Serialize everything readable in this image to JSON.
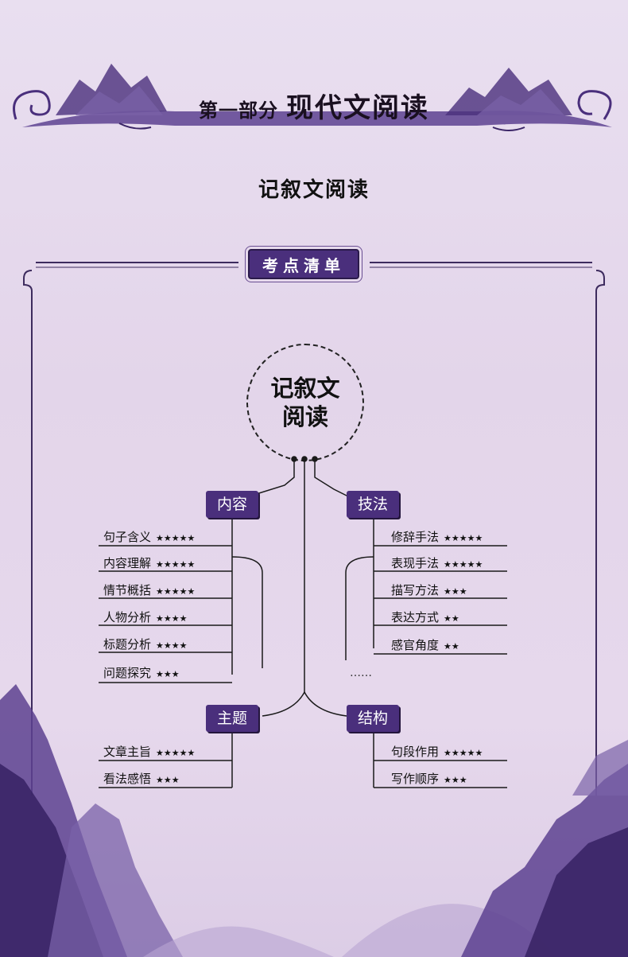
{
  "header": {
    "part_label": "第一部分",
    "part_name": "现代文阅读"
  },
  "section_title": "记叙文阅读",
  "badge": "考点清单",
  "center": "记叙文阅读",
  "categories": {
    "content": {
      "label": "内容",
      "items": [
        {
          "name": "句子含义",
          "stars": "★★★★★"
        },
        {
          "name": "内容理解",
          "stars": "★★★★★"
        },
        {
          "name": "情节概括",
          "stars": "★★★★★"
        },
        {
          "name": "人物分析",
          "stars": "★★★★"
        },
        {
          "name": "标题分析",
          "stars": "★★★★"
        },
        {
          "name": "问题探究",
          "stars": "★★★"
        }
      ]
    },
    "technique": {
      "label": "技法",
      "items": [
        {
          "name": "修辞手法",
          "stars": "★★★★★"
        },
        {
          "name": "表现手法",
          "stars": "★★★★★"
        },
        {
          "name": "描写方法",
          "stars": "★★★"
        },
        {
          "name": "表达方式",
          "stars": "★★"
        },
        {
          "name": "感官角度",
          "stars": "★★"
        }
      ]
    },
    "theme": {
      "label": "主题",
      "items": [
        {
          "name": "文章主旨",
          "stars": "★★★★★"
        },
        {
          "name": "看法感悟",
          "stars": "★★★"
        }
      ]
    },
    "structure": {
      "label": "结构",
      "items": [
        {
          "name": "句段作用",
          "stars": "★★★★★"
        },
        {
          "name": "写作顺序",
          "stars": "★★★"
        }
      ]
    }
  },
  "ellipsis": "……",
  "colors": {
    "accent": "#4a2f7c",
    "line": "#1a1a1a",
    "background": "#e6d9ec"
  }
}
